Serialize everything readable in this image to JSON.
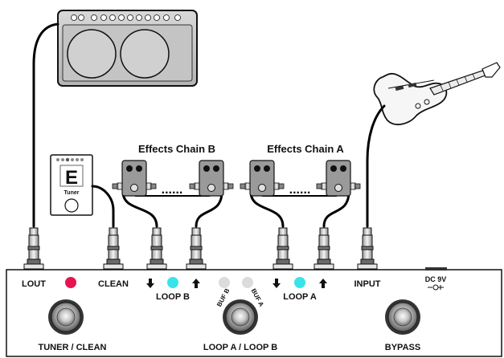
{
  "chain_b": {
    "title": "Effects Chain B"
  },
  "chain_a": {
    "title": "Effects Chain A"
  },
  "tuner": {
    "display_char": "E",
    "label": "Tuner"
  },
  "jacks": {
    "lout": "LOUT",
    "clean": "CLEAN",
    "input": "INPUT",
    "dc": "DC 9V"
  },
  "loops": {
    "loop_b": "LOOP B",
    "loop_a": "LOOP A",
    "buf_b": "BUF B",
    "buf_a": "BUF A"
  },
  "footswitches": {
    "tuner_clean": "TUNER / CLEAN",
    "loop_ab": "LOOP A / LOOP B",
    "bypass": "BYPASS"
  },
  "colors": {
    "led_red": "#e8124f",
    "led_cyan": "#38e4ea",
    "led_off": "#dcdcdc",
    "pedal_body": "#9a9a9a",
    "cable": "#000000"
  }
}
